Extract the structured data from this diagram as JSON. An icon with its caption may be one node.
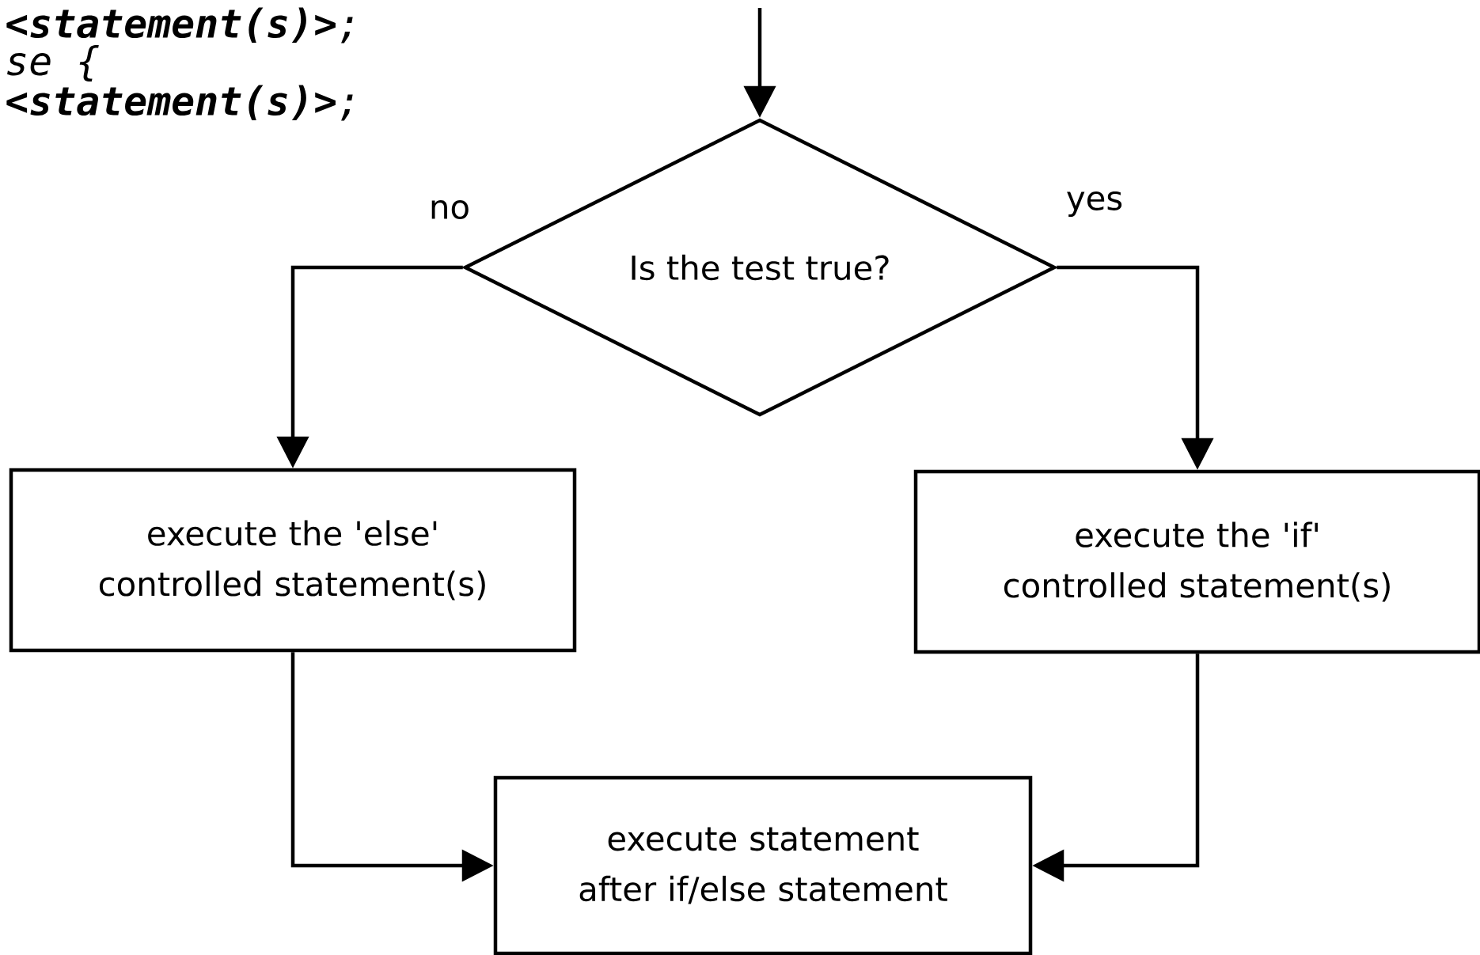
{
  "diagram": {
    "nodes": [
      {
        "text": [
          "Is the test true?"
        ]
      },
      {
        "text": [
          "execute the 'else' controlled statement(s)"
        ]
      },
      {
        "text": [
          "execute the 'if' controlled statement(s)"
        ]
      },
      {
        "text": [
          "execute statement after if/else statement"
        ]
      }
    ],
    "edges": [
      {
        "from": null,
        "to": 0,
        "arrow": "to"
      },
      {
        "from": 0,
        "to": 1,
        "arrow": "to",
        "label": "no"
      },
      {
        "from": 0,
        "to": 2,
        "arrow": "to",
        "label": "yes"
      },
      {
        "from": 1,
        "to": 3,
        "arrow": "to"
      },
      {
        "from": 2,
        "to": 3,
        "arrow": "to"
      }
    ],
    "labels": [
      "**<statement(s)>**;",
      "se {",
      "**<statement(s)>**;"
    ]
  }
}
